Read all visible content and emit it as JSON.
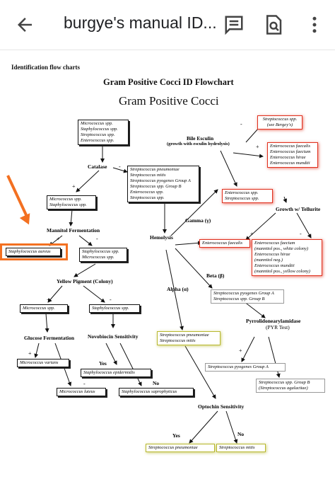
{
  "app_bar": {
    "title": "burgye's manual ID...",
    "back_icon": "arrow-back-icon",
    "actions": [
      "comment-icon",
      "find-in-page-icon",
      "more-vert-icon"
    ]
  },
  "doc": {
    "heading": "Identification flow charts",
    "chart_title": "Gram Positive Cocci ID Flowchart",
    "root": "Gram Positive Cocci",
    "labels": {
      "catalase": "Catalase",
      "mannitol": "Mannitol Fermentation",
      "yellow": "Yellow Pigment (Colony)",
      "glucose": "Glucose Fermentation",
      "novobiocin": "Novobiocin Sensitivity",
      "hemolysis": "Hemolysis",
      "bile_esculin": "Bile Esculin",
      "bile_esculin_sub": "(growth with esculin hydrolysis)",
      "tellurite": "Growth w/ Tellurite",
      "gamma": "Gamma (γ)",
      "beta": "Beta (β)",
      "alpha": "Alpha (α)",
      "pyr": "Pyrrolidonearylamidase",
      "pyr_sub": "(PYR Test)",
      "optochin": "Optochin Sensitivity",
      "yes": "Yes",
      "no": "No",
      "plus": "+",
      "minus": "-"
    },
    "boxes": {
      "root_list": [
        "Micrococcus spp.",
        "Staphylococcus spp.",
        "Streptococcus spp.",
        "Enterococcus spp."
      ],
      "cat_pos": [
        "Micrococcus spp.",
        "Staphylococcus spp."
      ],
      "cat_neg": [
        "Streptococcus pneumoniae",
        "Streptococcus mitis",
        "Streptococcus pyogenes Group A",
        "Streptococcus spp. Group B",
        "Enterococcus spp.",
        "Streptococcus spp."
      ],
      "staph_aureus": [
        "Staphylococcus aureus"
      ],
      "mannitol_neg": [
        "Staphylococcus spp.",
        "Micrococcus spp."
      ],
      "micro_spp": [
        "Micrococcus spp."
      ],
      "staph_spp": [
        "Staphylococcus spp."
      ],
      "micro_varians": [
        "Micrococcus varians"
      ],
      "micro_luteus": [
        "Micrococcus luteus"
      ],
      "staph_epi": [
        "Staphylococcus epidermidis"
      ],
      "staph_sapro": [
        "Staphylococcus saprophyticus"
      ],
      "strep_bergey": [
        "Streptococcus spp.",
        "(see Bergey's)"
      ],
      "entero_group": [
        "Enterococcus faecalis",
        "Enterococcus faecium",
        "Enterococcus hirae",
        "Enterococcus mundtii"
      ],
      "entero_strep": [
        "Enterococcus spp.",
        "Streptococcus spp."
      ],
      "entero_faecalis": [
        "Enterococcus faecalis"
      ],
      "entero_tell_neg": [
        "Enterococcus faecium",
        "(mannitol pos., white colony)",
        "Enterococcus hirae",
        "(mannitol neg.)",
        "Enterococcus mundtii",
        "(mannitol pos., yellow colony)"
      ],
      "beta_box": [
        "Streptococcus pyogenes Group A",
        "Streptococcus spp. Group B"
      ],
      "alpha_box": [
        "Streptococcus pneumoniae",
        "Streptococcus mitis"
      ],
      "pyr_pos": [
        "Streptococcus pyogenes Group A"
      ],
      "pyr_neg": [
        "Streptococcus spp. Group B",
        "(Streptococcus agalactiae)"
      ],
      "opto_yes": [
        "Streptococcus pneumoniae"
      ],
      "opto_no": [
        "Streptococcus mitis"
      ]
    },
    "highlight_color": "#f37021"
  }
}
